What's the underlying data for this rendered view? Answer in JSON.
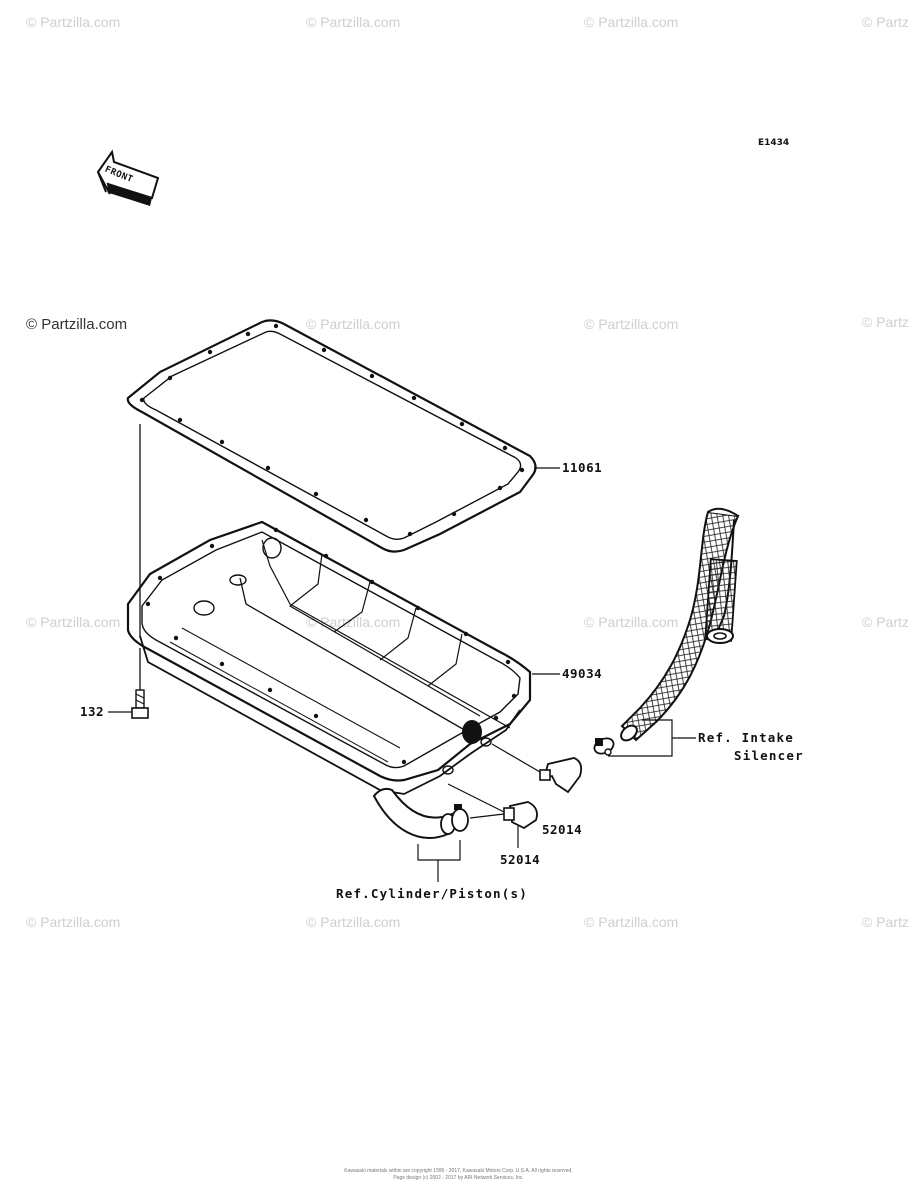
{
  "watermarks": [
    {
      "text": "© Partzilla.com"
    },
    {
      "text": "© Partzilla.com"
    },
    {
      "text": "© Partzilla.com"
    },
    {
      "text": "© Partz"
    },
    {
      "text": "© Partzilla.com"
    },
    {
      "text": "© Partzilla.com"
    },
    {
      "text": "© Partzilla.com"
    },
    {
      "text": "© Partz"
    },
    {
      "text": "© Partzilla.com"
    },
    {
      "text": "© Partzilla.com"
    },
    {
      "text": "© Partzilla.com"
    },
    {
      "text": "© Partz"
    },
    {
      "text": "© Partzilla.com"
    },
    {
      "text": "© Partzilla.com"
    },
    {
      "text": "© Partzilla.com"
    },
    {
      "text": "© Partz"
    }
  ],
  "diagram_code": "E1434",
  "front_label": "FRONT",
  "parts": {
    "gasket": "11061",
    "oil_pan": "49034",
    "bolt": "132",
    "fitting_upper": "52014",
    "fitting_lower": "52014"
  },
  "refs": {
    "intake_line1": "Ref. Intake",
    "intake_line2": "Silencer",
    "cylinder": "Ref.Cylinder/Piston(s)"
  },
  "footer": {
    "line1": "Kawasaki materials within are copyright 1995 - 2017, Kawasaki Motors Corp. U.S.A. All rights reserved.",
    "line2": "Page design (c) 2002 - 2017 by ARI Network Services, Inc."
  }
}
